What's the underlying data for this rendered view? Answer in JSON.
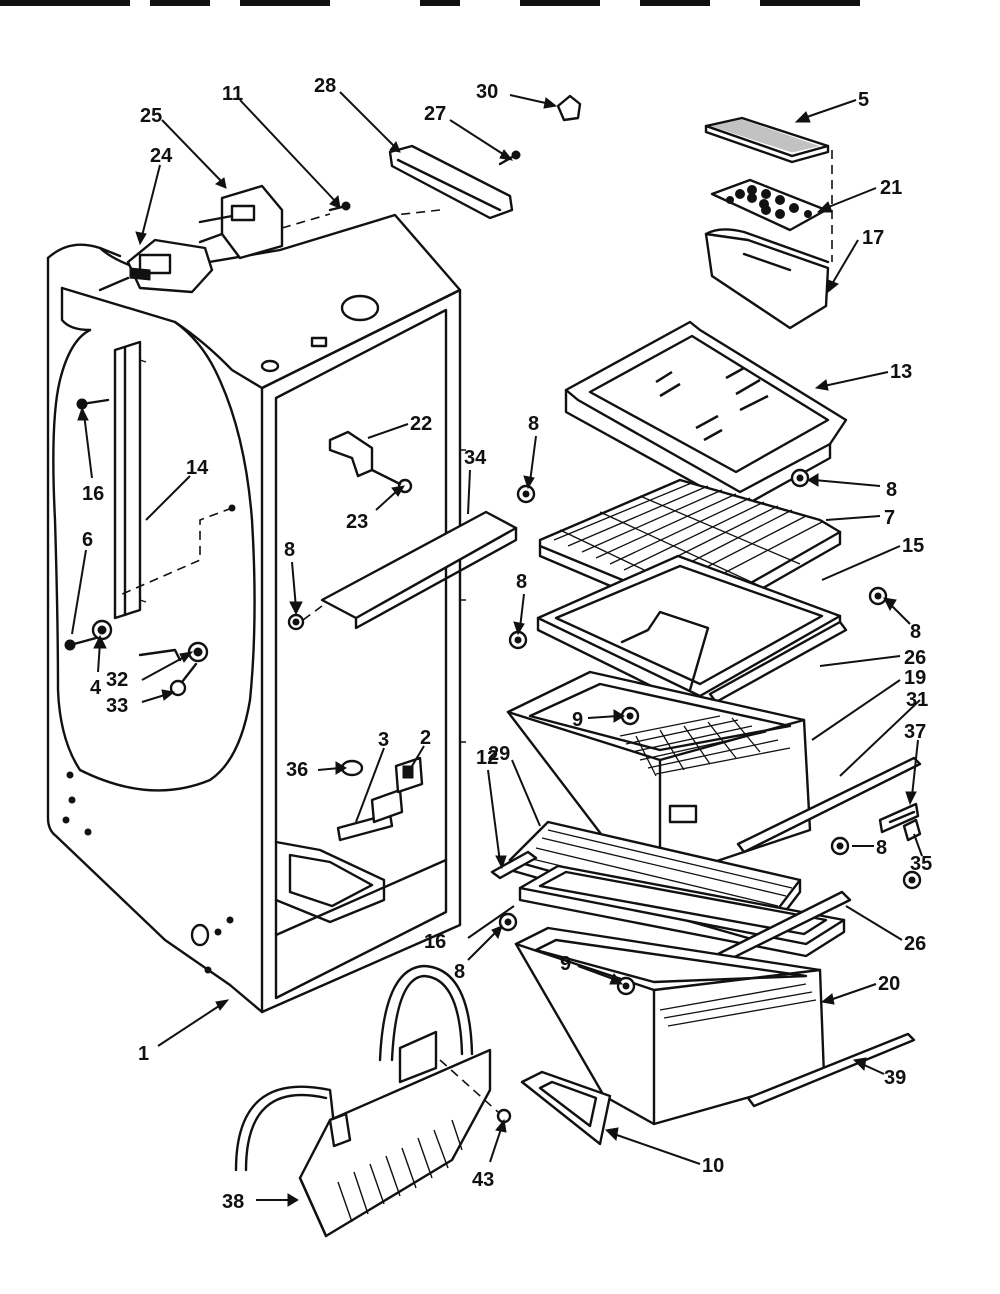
{
  "header_text": "▬▬▬▬ ▬ ▬ ▬▬ ▬ ▬ ▬ ▬ ▬▬ ▬ ▬▬ ▬ ▬▬ ▬▬▬",
  "callouts": {
    "c1": "1",
    "c2": "2",
    "c3": "3",
    "c4": "4",
    "c5": "5",
    "c6": "6",
    "c7": "7",
    "c8a": "8",
    "c8b": "8",
    "c8c": "8",
    "c8d": "8",
    "c8e": "8",
    "c8f": "8",
    "c8g": "8",
    "c9a": "9",
    "c9b": "9",
    "c10": "10",
    "c11": "11",
    "c12": "12",
    "c13": "13",
    "c14": "14",
    "c15": "15",
    "c16a": "16",
    "c16b": "16",
    "c17": "17",
    "c19": "19",
    "c20": "20",
    "c21": "21",
    "c22": "22",
    "c23": "23",
    "c24": "24",
    "c25": "25",
    "c26a": "26",
    "c26b": "26",
    "c27": "27",
    "c28": "28",
    "c29": "29",
    "c30": "30",
    "c31": "31",
    "c32": "32",
    "c33": "33",
    "c34": "34",
    "c35": "35",
    "c36": "36",
    "c37": "37",
    "c38": "38",
    "c39": "39",
    "c43": "43"
  }
}
